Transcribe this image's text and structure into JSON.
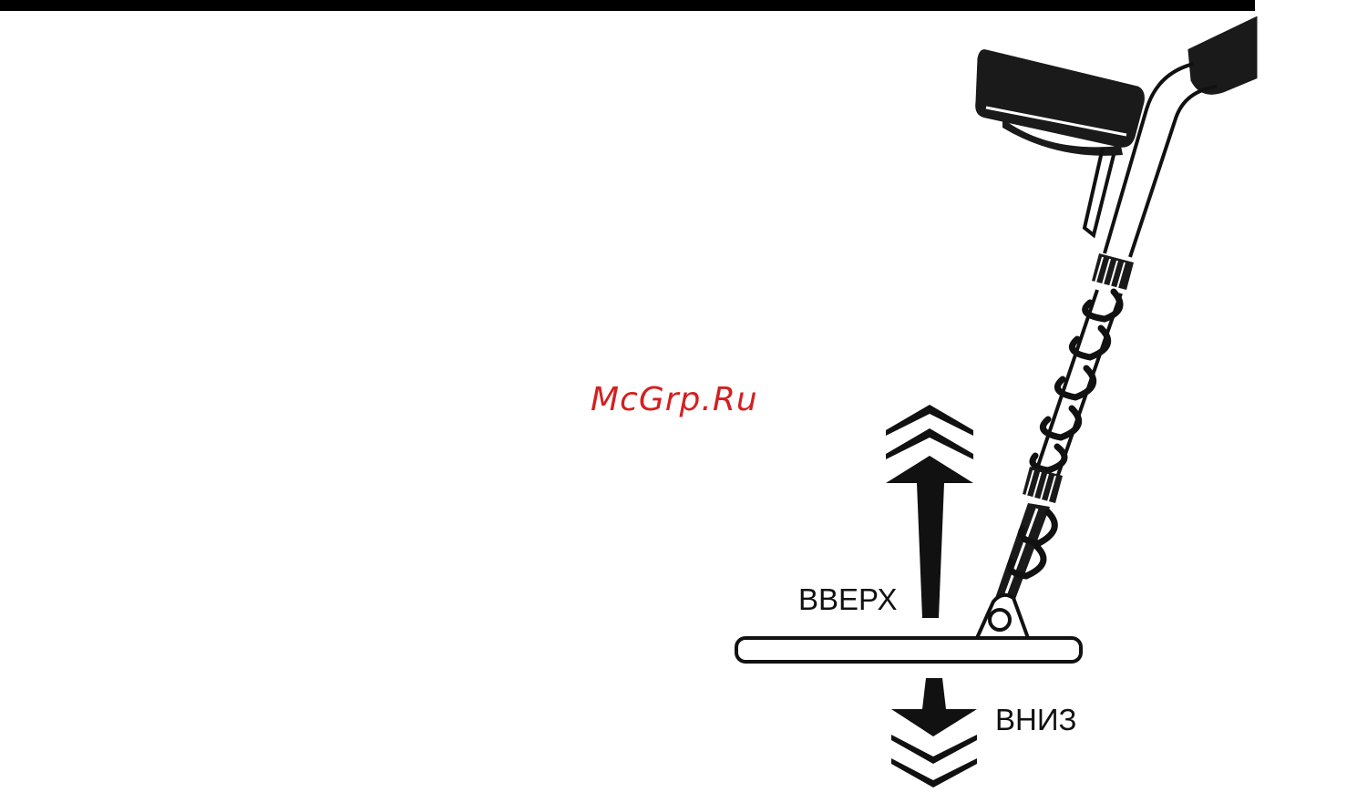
{
  "watermark": "McGrp.Ru",
  "labels": {
    "up": "ВВЕРХ",
    "down": "ВНИЗ"
  },
  "colors": {
    "ink": "#111111",
    "watermark": "#d42020",
    "background": "#ffffff"
  }
}
